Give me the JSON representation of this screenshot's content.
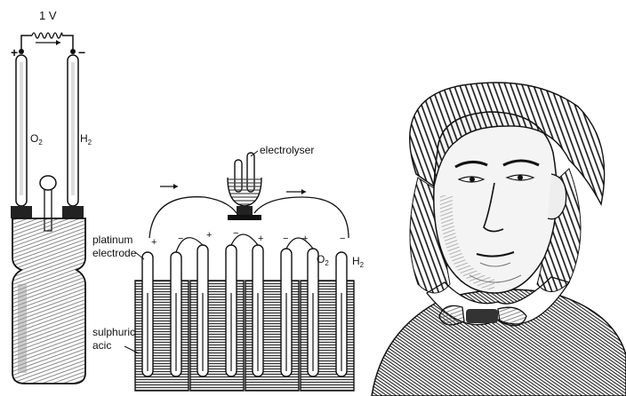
{
  "left_diagram": {
    "voltage_label": "1 V",
    "positive_sign": "+",
    "negative_sign": "−",
    "gas_left": "O",
    "gas_left_sub": "2",
    "gas_right": "H",
    "gas_right_sub": "2"
  },
  "grove_cell": {
    "electrolyser_label": "electrolyser",
    "electrode_label_line1": "platinum",
    "electrode_label_line2": "electrode",
    "acid_label_line1": "sulphuric",
    "acid_label_line2": "acic",
    "gas_o": "O",
    "gas_o_sub": "2",
    "gas_h": "H",
    "gas_h_sub": "2",
    "plus": "+",
    "minus": "−"
  },
  "portrait": {
    "icon": "portrait-engraving-icon"
  }
}
